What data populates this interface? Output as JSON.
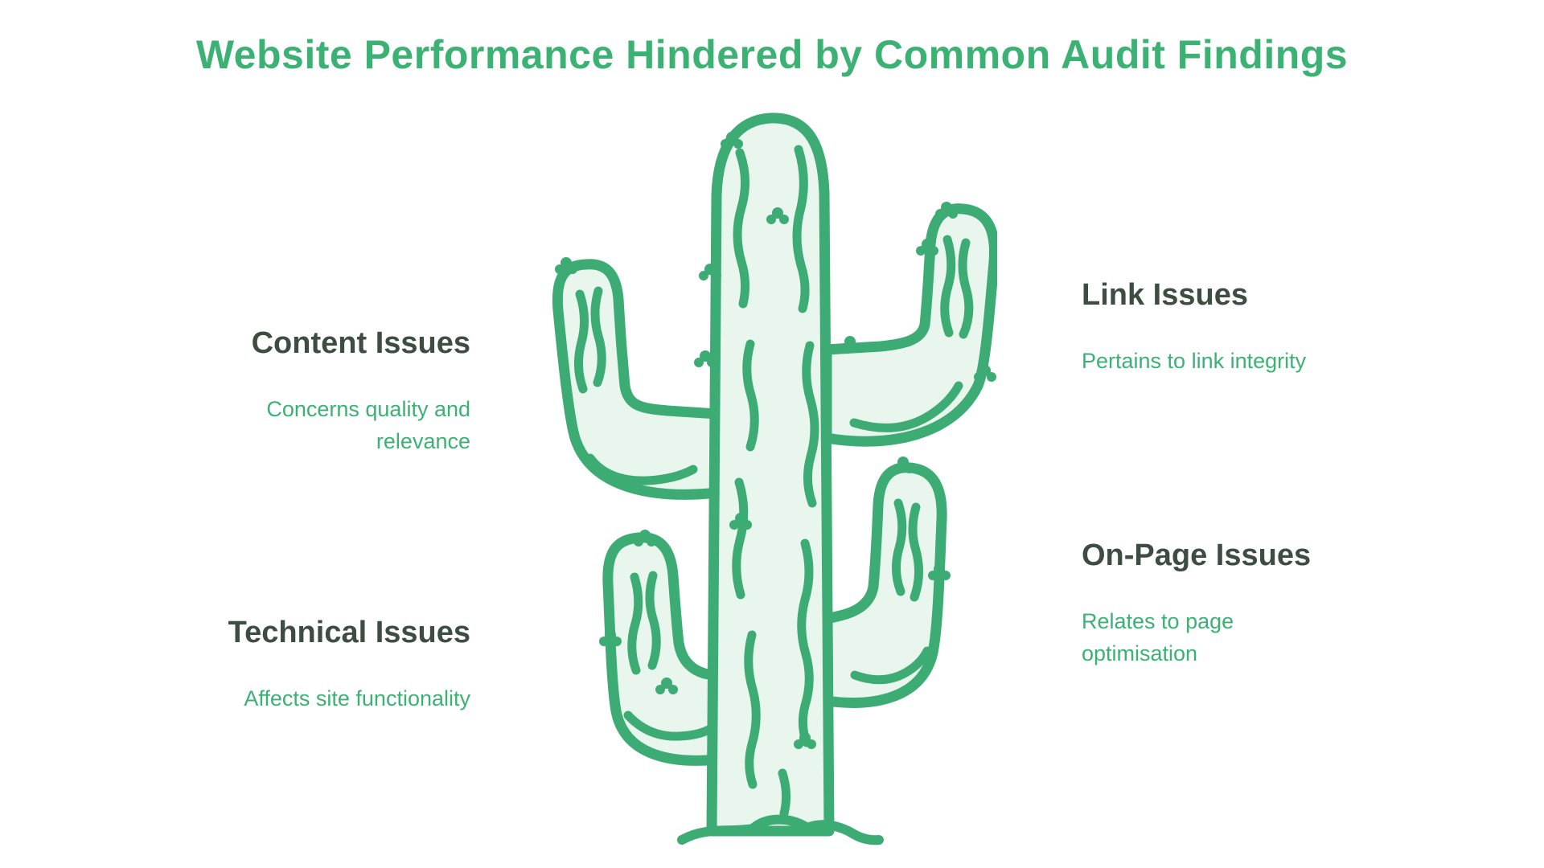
{
  "title": "Website Performance Hindered by Common Audit Findings",
  "colors": {
    "accent": "#3bb273",
    "heading": "#3d4d42",
    "cactus_stroke": "#3dac74",
    "cactus_fill": "#e9f6ee",
    "background": "#ffffff"
  },
  "illustration": "cactus",
  "items": [
    {
      "label": "Content Issues",
      "description": "Concerns quality and relevance"
    },
    {
      "label": "Technical Issues",
      "description": "Affects site functionality"
    },
    {
      "label": "Link Issues",
      "description": "Pertains to link integrity"
    },
    {
      "label": "On-Page Issues",
      "description": "Relates to page optimisation"
    }
  ]
}
